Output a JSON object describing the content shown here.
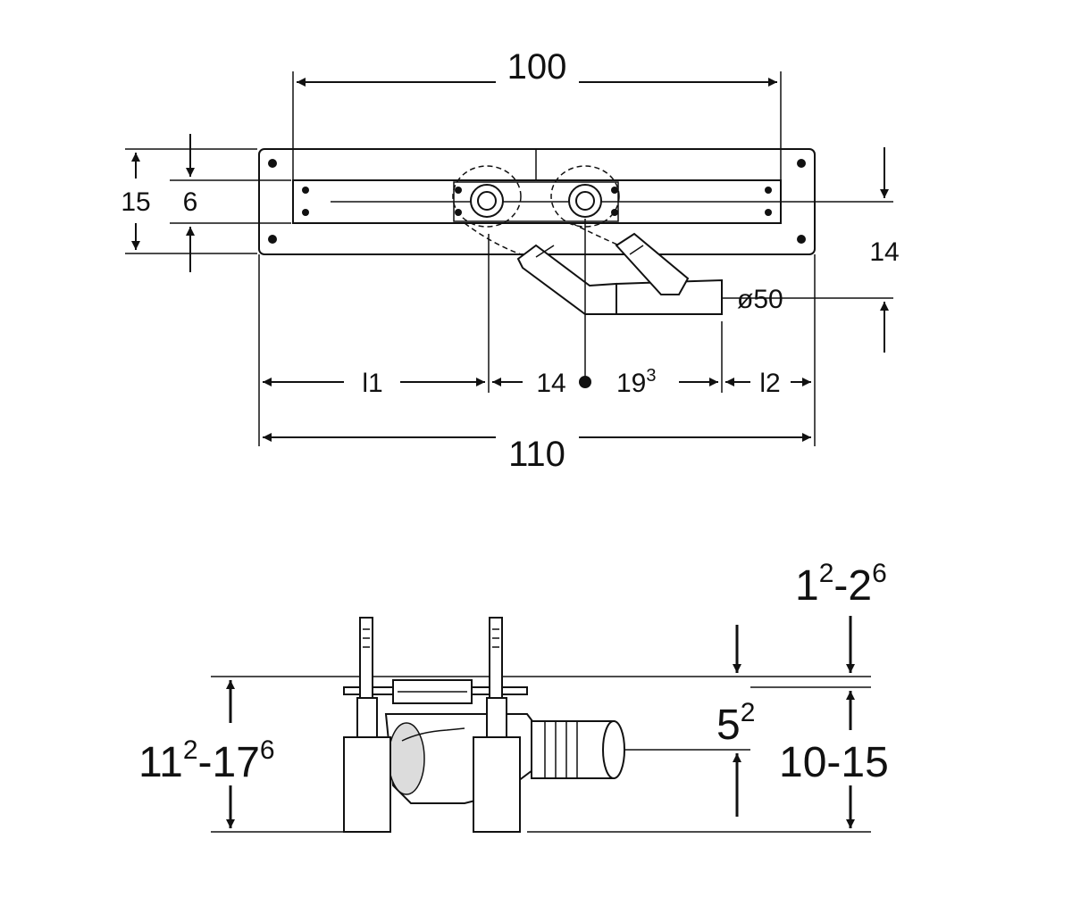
{
  "top_view": {
    "dim_overall_inner": "100",
    "dim_overall_outer": "110",
    "dim_height_total": "15",
    "dim_height_inner": "6",
    "dim_right_offset": "14",
    "dim_pipe_diameter": "ø50",
    "dim_l1": "l1",
    "dim_center_left": "14",
    "dim_center_right_base": "19",
    "dim_center_right_sup": "3",
    "dim_l2": "l2"
  },
  "side_view": {
    "dim_top_range_a_base": "1",
    "dim_top_range_a_sup": "2",
    "dim_top_range_sep": "-",
    "dim_top_range_b_base": "2",
    "dim_top_range_b_sup": "6",
    "dim_mid_base": "5",
    "dim_mid_sup": "2",
    "dim_right_range": "10-15",
    "dim_left_range_a_base": "11",
    "dim_left_range_a_sup": "2",
    "dim_left_range_sep": "-",
    "dim_left_range_b_base": "17",
    "dim_left_range_b_sup": "6"
  }
}
